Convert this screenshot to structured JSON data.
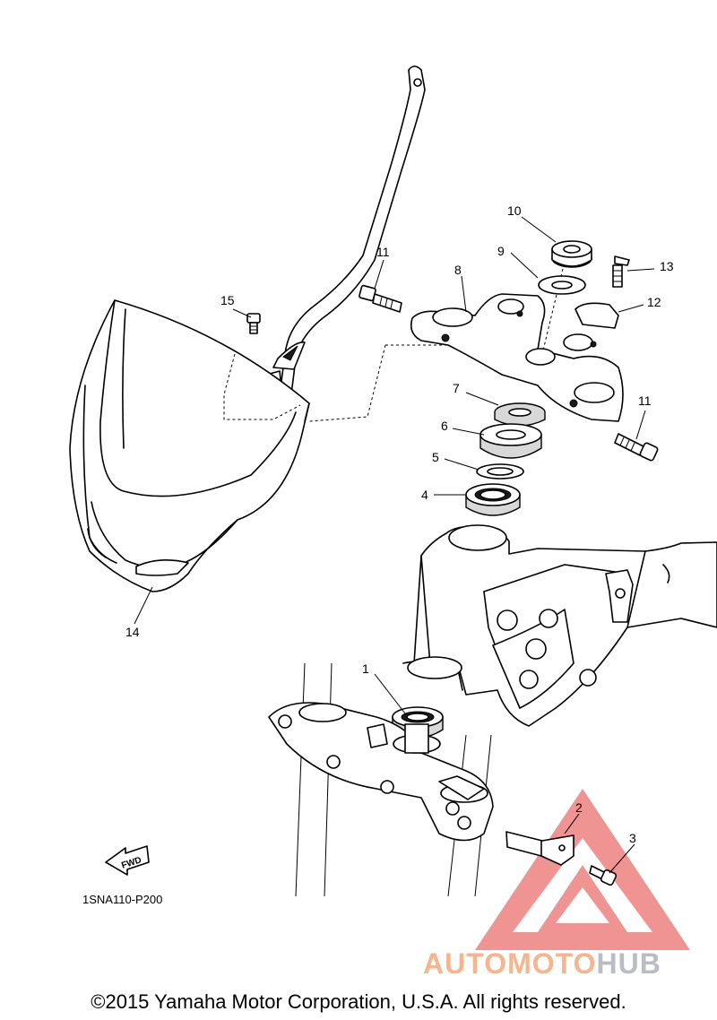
{
  "callouts": [
    {
      "id": "1",
      "label": "1"
    },
    {
      "id": "2",
      "label": "2"
    },
    {
      "id": "3",
      "label": "3"
    },
    {
      "id": "4",
      "label": "4"
    },
    {
      "id": "5",
      "label": "5"
    },
    {
      "id": "6",
      "label": "6"
    },
    {
      "id": "7",
      "label": "7"
    },
    {
      "id": "8",
      "label": "8"
    },
    {
      "id": "9",
      "label": "9"
    },
    {
      "id": "10",
      "label": "10"
    },
    {
      "id": "11a",
      "label": "11"
    },
    {
      "id": "11b",
      "label": "11"
    },
    {
      "id": "12",
      "label": "12"
    },
    {
      "id": "13",
      "label": "13"
    },
    {
      "id": "14",
      "label": "14"
    },
    {
      "id": "15",
      "label": "15"
    }
  ],
  "fwd_label": "FWD",
  "diagram_code": "1SNA110-P200",
  "watermark": {
    "part1": "AUTO",
    "part2": "MOTO",
    "part3": "HUB",
    "accent": "#f6b48f",
    "triangle": "#e23b3b",
    "hub_color": "#b9bcc2"
  },
  "copyright": "©2015 Yamaha Motor Corporation, U.S.A. All rights reserved."
}
